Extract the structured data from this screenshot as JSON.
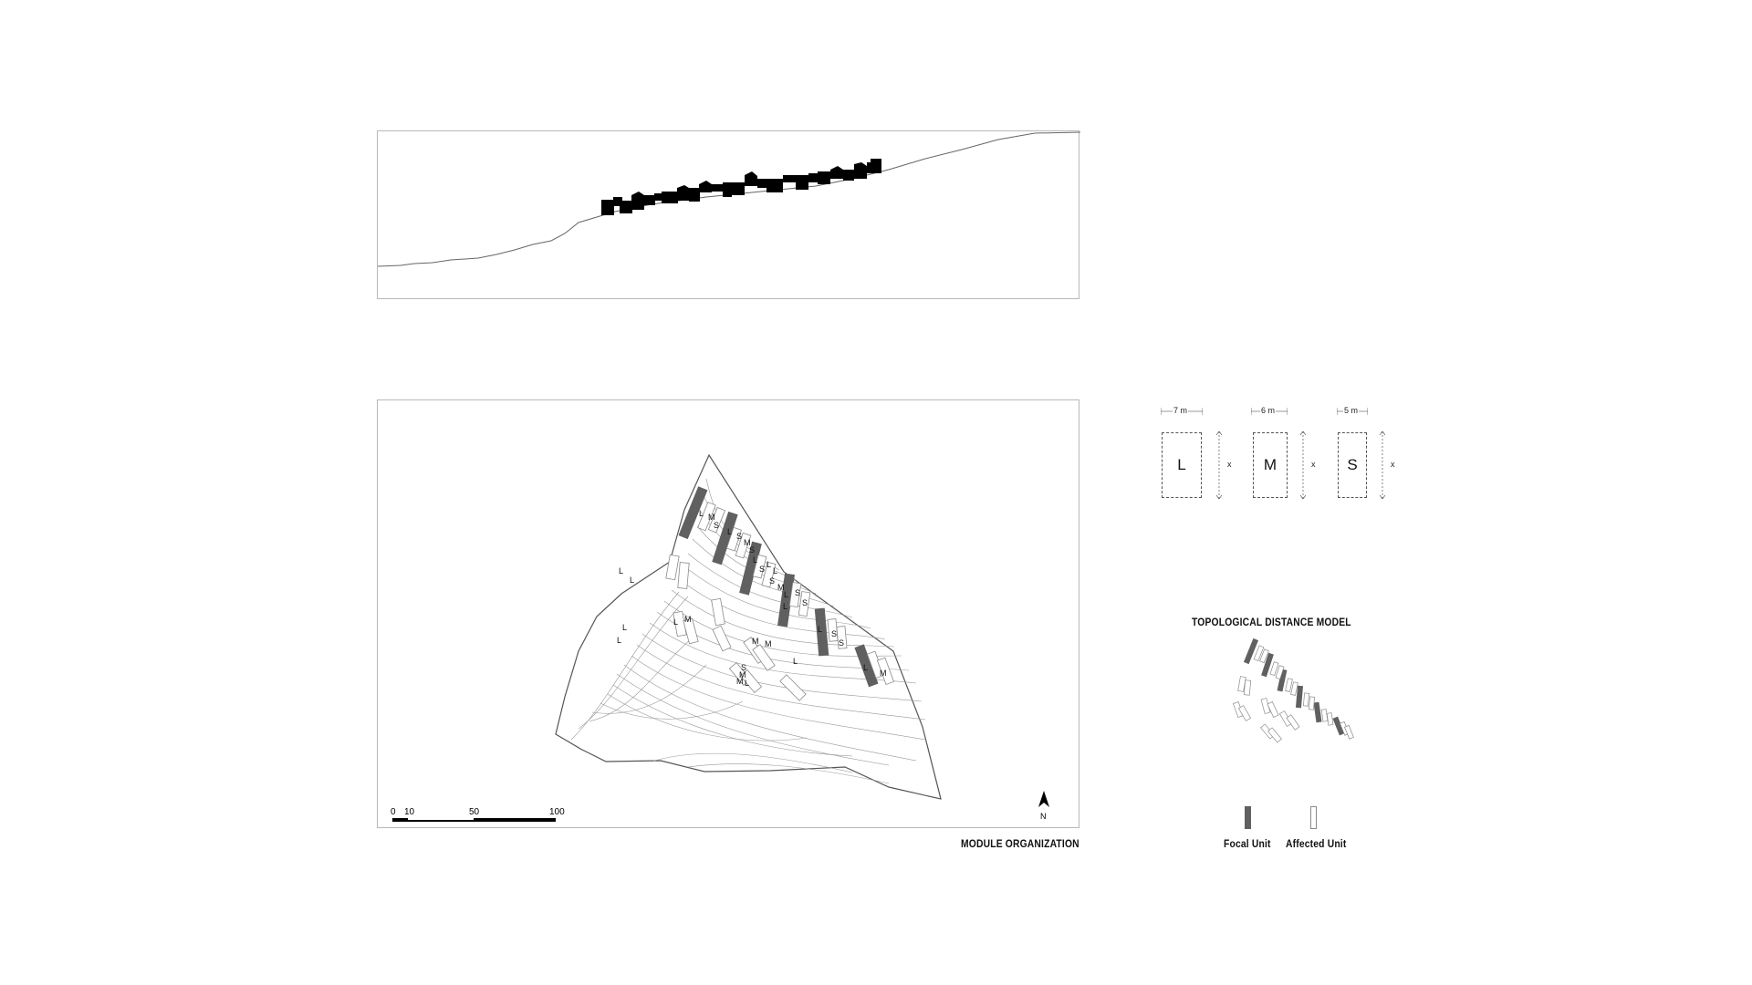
{
  "section": {},
  "site_plan": {
    "caption": "MODULE ORGANIZATION",
    "scale_bar": {
      "ticks": [
        "0",
        "10",
        "50",
        "100"
      ]
    },
    "north": "N",
    "unit_labels": [
      "L",
      "M",
      "S",
      "L",
      "S",
      "M",
      "S",
      "L",
      "S",
      "L",
      "L",
      "S",
      "M",
      "L",
      "S",
      "S",
      "L",
      "L",
      "S",
      "S",
      "L",
      "M",
      "L",
      "L",
      "L",
      "M",
      "L",
      "L",
      "L",
      "M",
      "M",
      "M",
      "L",
      "S",
      "M"
    ]
  },
  "module_sizes": [
    {
      "label": "L",
      "width": "7 m",
      "depth": "x"
    },
    {
      "label": "M",
      "width": "6 m",
      "depth": "x"
    },
    {
      "label": "S",
      "width": "5 m",
      "depth": "x"
    }
  ],
  "topology": {
    "title": "TOPOLOGICAL DISTANCE MODEL",
    "legend": [
      {
        "label": "Focal Unit",
        "color": "#606060"
      },
      {
        "label": "Affected Unit",
        "color": "#ffffff"
      }
    ]
  },
  "colors": {
    "focal": "#606060",
    "building": "#000000",
    "contour": "#9a9a9a"
  }
}
